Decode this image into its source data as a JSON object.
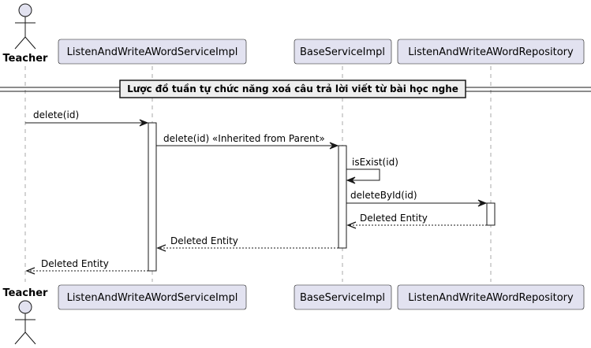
{
  "participants": {
    "teacher": "Teacher",
    "service_impl": "ListenAndWriteAWordServiceImpl",
    "base_service": "BaseServiceImpl",
    "repository": "ListenAndWriteAWordRepository"
  },
  "divider": {
    "title": "Lược đồ tuần tự chức năng xoá câu trả lời viết từ bài học nghe"
  },
  "messages": [
    {
      "label": "delete(id)",
      "from": "teacher",
      "to": "service_impl",
      "style": "solid"
    },
    {
      "label": "delete(id) «Inherited from Parent»",
      "from": "service_impl",
      "to": "base_service",
      "style": "solid"
    },
    {
      "label": "isExist(id)",
      "from": "base_service",
      "to": "base_service",
      "style": "solid"
    },
    {
      "label": "deleteById(id)",
      "from": "base_service",
      "to": "repository",
      "style": "solid"
    },
    {
      "label": "Deleted Entity",
      "from": "repository",
      "to": "base_service",
      "style": "dashed"
    },
    {
      "label": "Deleted Entity",
      "from": "base_service",
      "to": "service_impl",
      "style": "dashed"
    },
    {
      "label": "Deleted Entity",
      "from": "service_impl",
      "to": "teacher",
      "style": "dashed"
    }
  ],
  "colors": {
    "participant_fill": "#e2e2f0",
    "border": "#181818",
    "lifeline": "#a9a9a9",
    "divider_fill": "#eeeeee"
  }
}
